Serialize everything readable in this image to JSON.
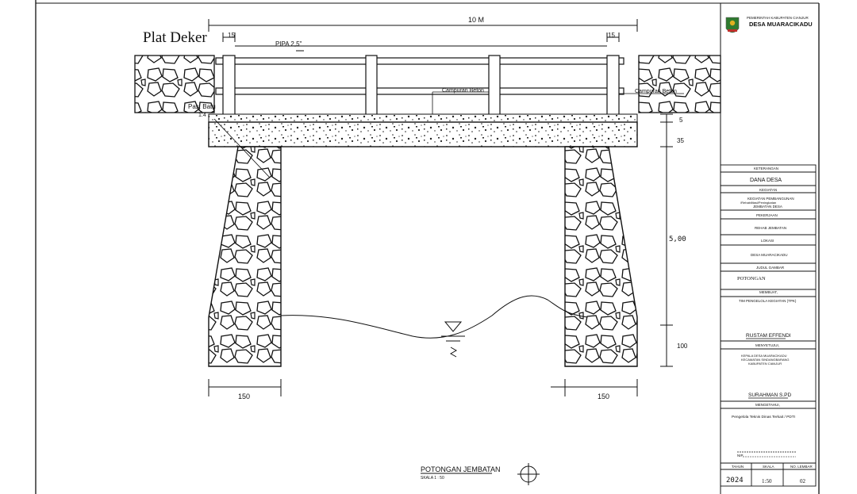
{
  "drawing": {
    "title_handwritten": "Plat Deker",
    "span_label": "10 M",
    "left_end_label": "15",
    "right_end_label": "15",
    "pipe_label": "PIPA 2,5\"",
    "note_left": "Campuran Beton",
    "note_right": "Campuran Beton",
    "pas_batu_label": "Pas. Batu",
    "pas_batu_sub": "1:4",
    "dim_deck_top": "5",
    "dim_deck": "35",
    "dim_height": "5,00",
    "dim_footing": "100",
    "dim_left_base": "150",
    "dim_right_base": "150",
    "section_title": "POTONGAN JEMBATAN",
    "section_scale": "SKALA 1 : 50"
  },
  "title_block": {
    "gov_line": "PEMERINTAH KABUPATEN CIANJUR",
    "village_header": "DESA MUARACIKADU",
    "ket_label": "KETERANGAN",
    "ket_value": "DANA DESA",
    "kegiatan_label": "KEGIATAN",
    "kegiatan_value_1": "KEGIATAN PEMBANGUNAN",
    "kegiatan_value_2": "/Rehabilitasi/Peningkatan",
    "kegiatan_value_3": "JEMBATAN DESA",
    "pekerjaan_label": "PEKERJAAN",
    "pekerjaan_value": "REHAB JEMBATAN",
    "lokasi_label": "LOKASI",
    "lokasi_value": "DESA MUARACIKADU",
    "judul_label": "JUDUL GAMBAR",
    "judul_value": "POTONGAN",
    "membuat_label": "MEMBUAT,",
    "membuat_value": "TIM PENGELOLA KEGIATAN (TPK)",
    "membuat_name": "RUSTAM EFFENDI",
    "menyetujui_label": "MENYETUJUI,",
    "menyetujui_1": "KEPALA DESA MUARACIKADU",
    "menyetujui_2": "KECAMATAN SINDANGBARANG",
    "menyetujui_3": "KABUPATEN CIANJUR",
    "menyetujui_name": "SURAHMAN S.PD",
    "mengetahui_label": "MENGETAHUI,",
    "mengetahui_value": "Pengelola Teknis Dinas Terkait / PDTI",
    "nip_label": "NIP.",
    "tahun_label": "TAHUN",
    "skala_label": "SKALA",
    "lembar_label": "NO. LEMBAR",
    "tahun_value": "2024",
    "skala_value": "1:50",
    "lembar_value": "02"
  }
}
